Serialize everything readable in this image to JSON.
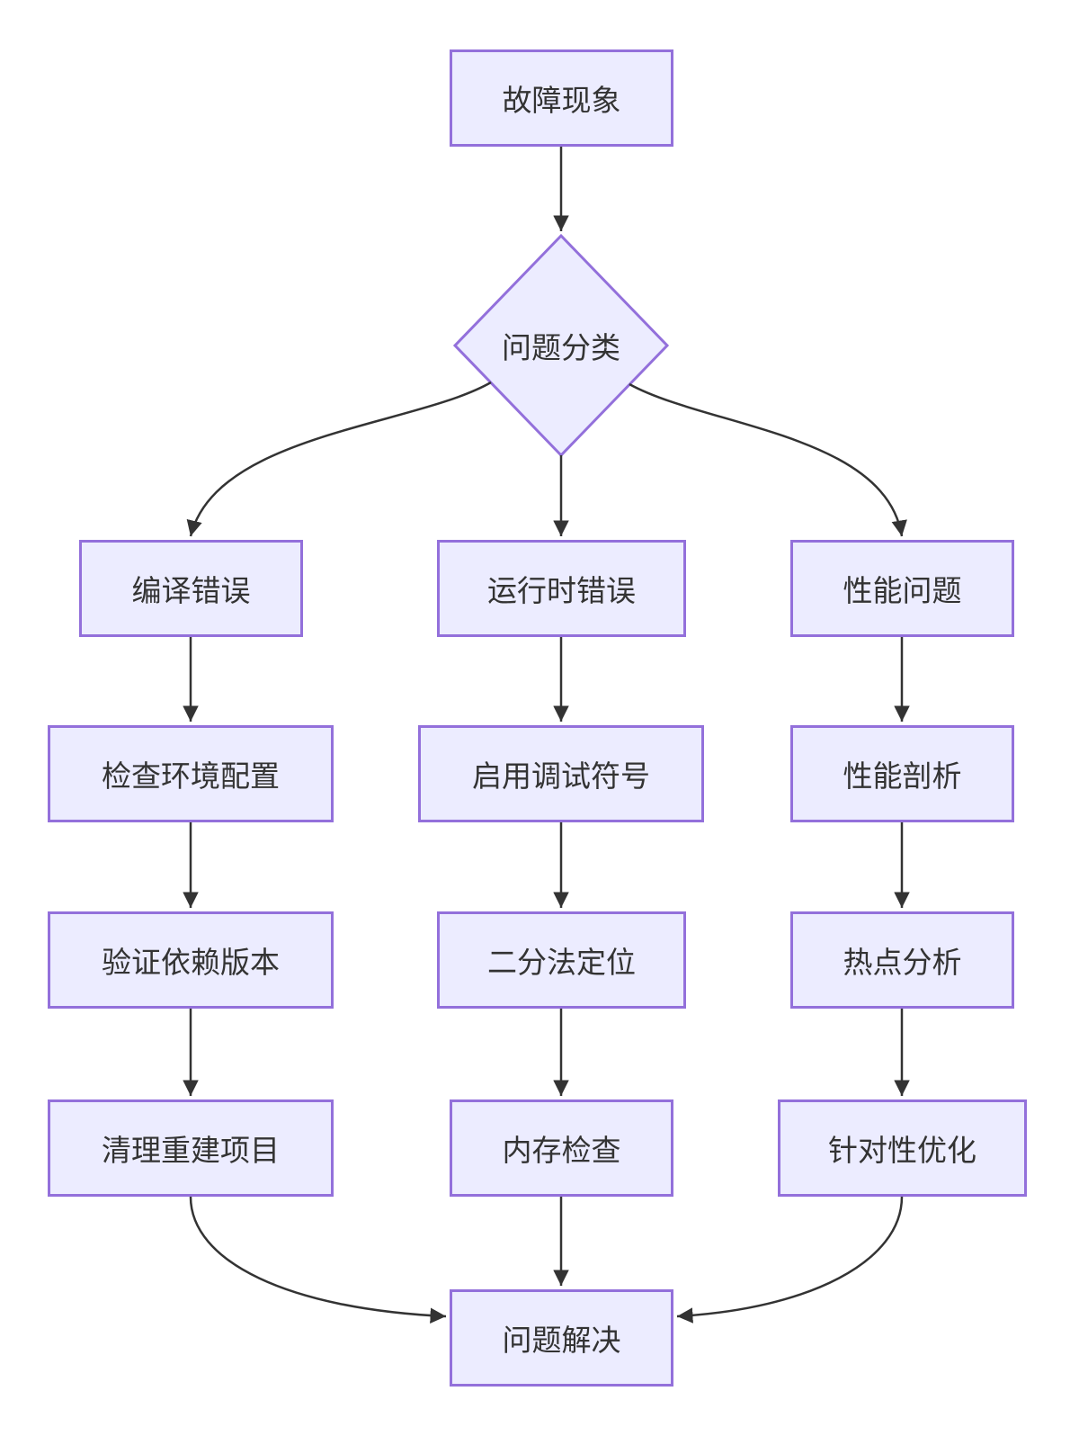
{
  "diagram": {
    "type": "flowchart",
    "direction": "top-down",
    "style": {
      "background": "#FFFFFF",
      "node_fill": "#ECECFF",
      "node_border": "#9370DB",
      "edge_color": "#333333",
      "text_color": "#333333"
    },
    "nodes": {
      "start": {
        "label": "故障现象",
        "shape": "rectangle"
      },
      "classify": {
        "label": "问题分类",
        "shape": "diamond"
      },
      "compile_error": {
        "label": "编译错误",
        "shape": "rectangle"
      },
      "runtime_error": {
        "label": "运行时错误",
        "shape": "rectangle"
      },
      "perf_issue": {
        "label": "性能问题",
        "shape": "rectangle"
      },
      "check_env": {
        "label": "检查环境配置",
        "shape": "rectangle"
      },
      "enable_debug": {
        "label": "启用调试符号",
        "shape": "rectangle"
      },
      "profiling": {
        "label": "性能剖析",
        "shape": "rectangle"
      },
      "verify_deps": {
        "label": "验证依赖版本",
        "shape": "rectangle"
      },
      "bisect": {
        "label": "二分法定位",
        "shape": "rectangle"
      },
      "hotspot": {
        "label": "热点分析",
        "shape": "rectangle"
      },
      "clean_rebuild": {
        "label": "清理重建项目",
        "shape": "rectangle"
      },
      "memory_check": {
        "label": "内存检查",
        "shape": "rectangle"
      },
      "targeted_opt": {
        "label": "针对性优化",
        "shape": "rectangle"
      },
      "solved": {
        "label": "问题解决",
        "shape": "rectangle"
      }
    },
    "edges": [
      {
        "from": "start",
        "to": "classify"
      },
      {
        "from": "classify",
        "to": "compile_error"
      },
      {
        "from": "classify",
        "to": "runtime_error"
      },
      {
        "from": "classify",
        "to": "perf_issue"
      },
      {
        "from": "compile_error",
        "to": "check_env"
      },
      {
        "from": "runtime_error",
        "to": "enable_debug"
      },
      {
        "from": "perf_issue",
        "to": "profiling"
      },
      {
        "from": "check_env",
        "to": "verify_deps"
      },
      {
        "from": "enable_debug",
        "to": "bisect"
      },
      {
        "from": "profiling",
        "to": "hotspot"
      },
      {
        "from": "verify_deps",
        "to": "clean_rebuild"
      },
      {
        "from": "bisect",
        "to": "memory_check"
      },
      {
        "from": "hotspot",
        "to": "targeted_opt"
      },
      {
        "from": "clean_rebuild",
        "to": "solved"
      },
      {
        "from": "memory_check",
        "to": "solved"
      },
      {
        "from": "targeted_opt",
        "to": "solved"
      }
    ]
  }
}
